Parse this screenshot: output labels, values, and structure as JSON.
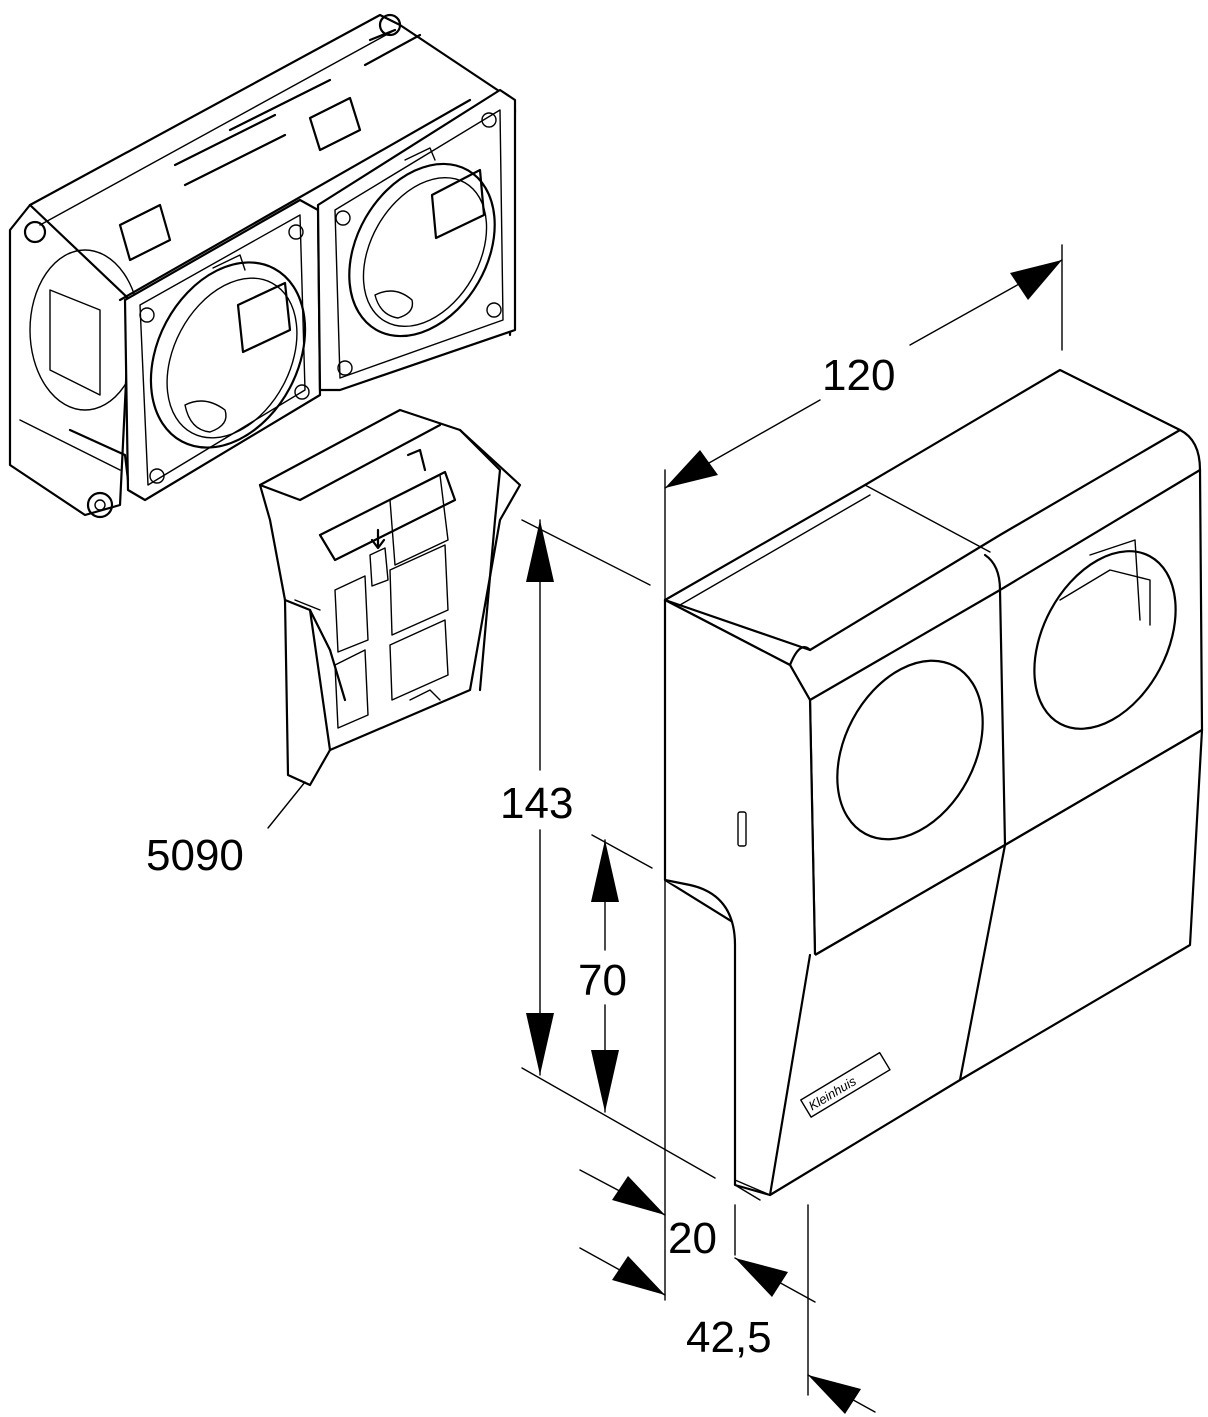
{
  "dimensions": {
    "width": "120",
    "height_total": "143",
    "height_lower": "70",
    "depth_front": "20",
    "depth_total": "42,5"
  },
  "part_number": "5090",
  "logo": "Kleinhuis",
  "colors": {
    "line": "#000000",
    "background": "#ffffff"
  }
}
